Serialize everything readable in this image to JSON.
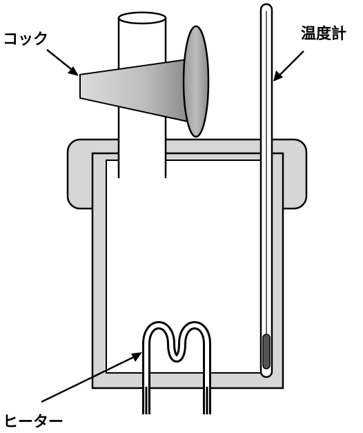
{
  "labels": {
    "cock": "コック",
    "thermometer": "温度計",
    "heater": "ヒーター"
  },
  "colors": {
    "outline": "#000000",
    "wall_fill": "#d6d6d6",
    "interior_fill": "#ffffff",
    "cock_fill": "#c4c4c4",
    "cock_dark": "#8e8e8e",
    "thermometer_bulb": "#555555"
  }
}
